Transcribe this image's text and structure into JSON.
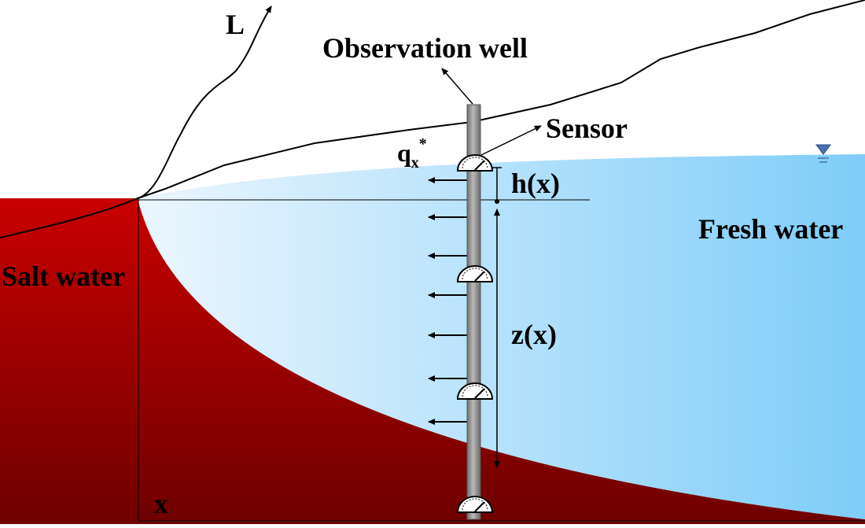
{
  "labels": {
    "observation_well": "Observation well",
    "sensor": "Sensor",
    "fresh_water": "Fresh water",
    "salt_water": "Salt water",
    "L": "L",
    "h": "h(x)",
    "z": "z(x)",
    "x": "x",
    "q_base": "q",
    "q_sub": "x",
    "q_sup": "*"
  },
  "colors": {
    "salt_water_top": "#c80000",
    "salt_water_bottom": "#6e0000",
    "fresh_water_left": "#e8f4fd",
    "fresh_water_right": "#7ecdf8",
    "well": "#8a8a8a",
    "water_table_marker": "#4a6fb3"
  },
  "icons": {
    "water_table": "inverted-triangle-icon",
    "sensor": "gauge-icon"
  }
}
